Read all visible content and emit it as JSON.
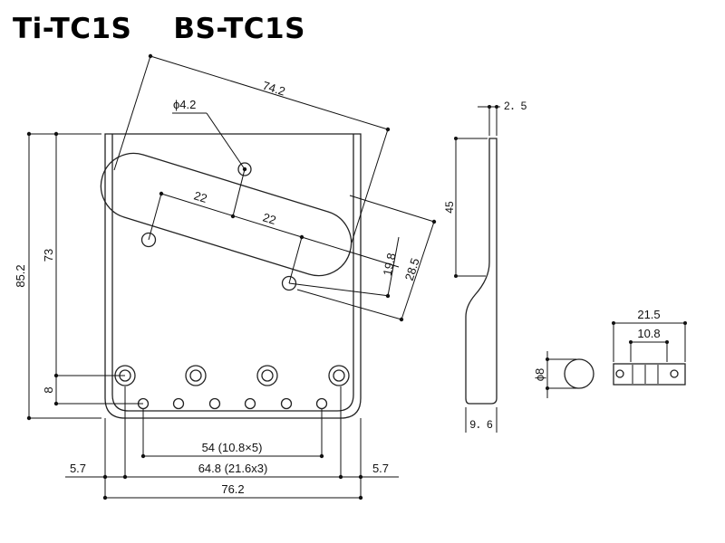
{
  "title": {
    "model_1": "Ti-TC1S",
    "model_2": "BS-TC1S"
  },
  "dimensions": {
    "slot_length": "74.2",
    "hole_diameter": "ϕ4.2",
    "slot_offset_1": "22",
    "slot_offset_2": "22",
    "height_19_8": "19.8",
    "height_28_5": "28.5",
    "height_73": "73",
    "height_85_2": "85.2",
    "height_8": "8",
    "bottom_54": "54 (10.8×5)",
    "bottom_64_8": "64.8 (21.6x3)",
    "bottom_76_2": "76.2",
    "margin_left": "5.7",
    "margin_right": "5.7",
    "side_thickness": "2．5",
    "side_height": "45",
    "side_depth": "9．6",
    "saddle_width": "21.5",
    "saddle_screw_spacing": "10.8",
    "saddle_diameter": "ϕ8"
  },
  "colors": {
    "line": "#111111",
    "part_outline": "#222222"
  }
}
